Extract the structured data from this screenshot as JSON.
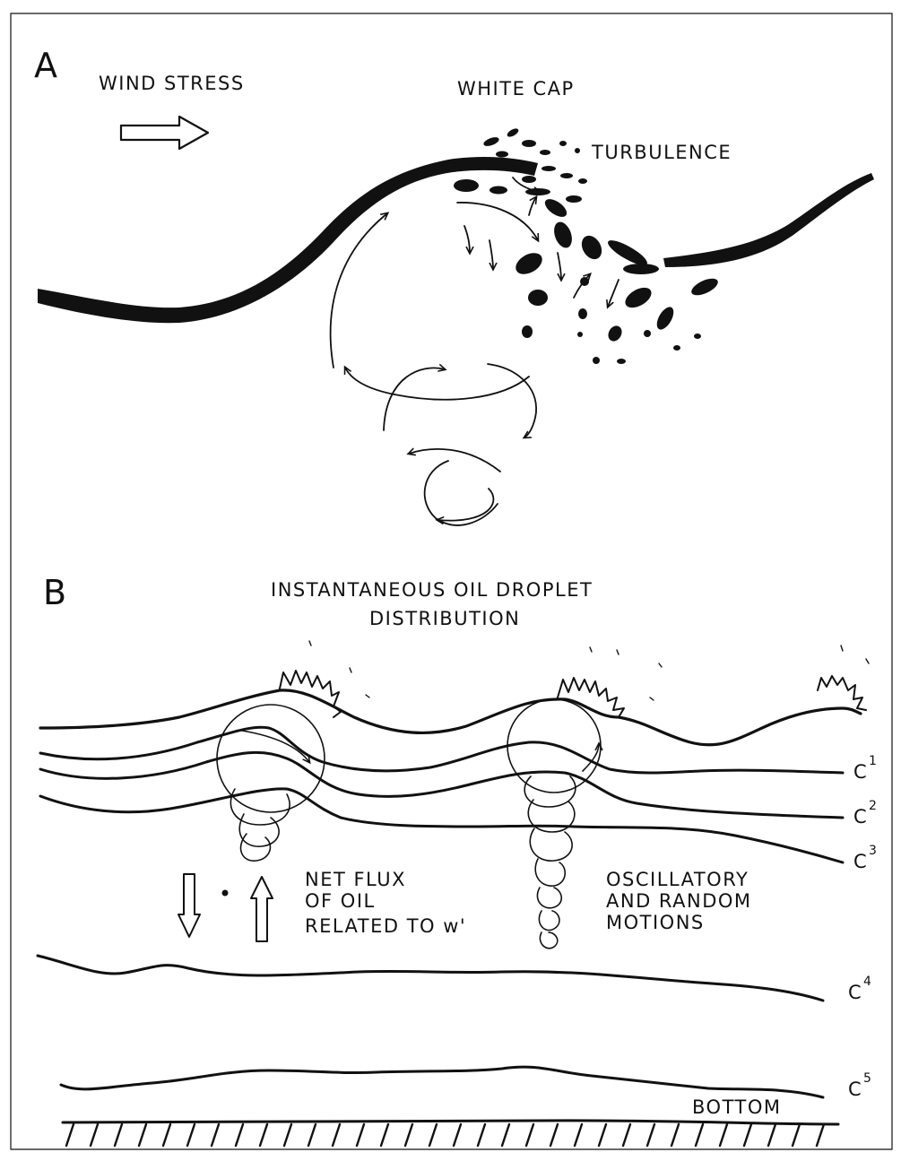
{
  "panel_a": {
    "letter": "A",
    "wind_stress": "WIND STRESS",
    "white_cap": "WHITE CAP",
    "turbulence": "TURBULENCE"
  },
  "panel_b": {
    "letter": "B",
    "title_line1": "INSTANTANEOUS OIL DROPLET",
    "title_line2": "DISTRIBUTION",
    "net_flux_line1": "NET FLUX",
    "net_flux_line2": "OF OIL",
    "net_flux_line3": "RELATED TO w'",
    "oscillatory_line1": "OSCILLATORY",
    "oscillatory_line2": "AND RANDOM",
    "oscillatory_line3": "MOTIONS",
    "bottom": "BOTTOM",
    "contours": [
      {
        "base": "C",
        "sup": "1"
      },
      {
        "base": "C",
        "sup": "2"
      },
      {
        "base": "C",
        "sup": "3"
      },
      {
        "base": "C",
        "sup": "4"
      },
      {
        "base": "C",
        "sup": "5"
      }
    ]
  }
}
